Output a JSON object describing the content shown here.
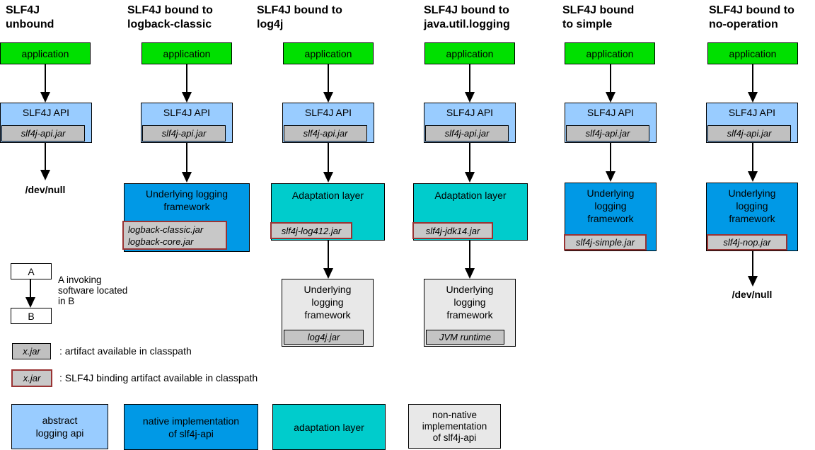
{
  "colors": {
    "application_green": "#00e000",
    "api_light_blue": "#99ccff",
    "native_blue": "#0099e6",
    "adaptation_teal": "#00cccc",
    "non_native_gray": "#e8e8e8",
    "jar_gray": "#c0c0c0",
    "jar_dark_gray": "#c4c4c4",
    "binding_jar_gray": "#c8c8c8",
    "binding_border_red": "#993333"
  },
  "columns": [
    {
      "title": "SLF4J\nunbound",
      "application": "application",
      "api_label": "SLF4J API",
      "api_jar": "slf4j-api.jar",
      "output": "/dev/null"
    },
    {
      "title": "SLF4J bound to\nlogback-classic",
      "application": "application",
      "api_label": "SLF4J API",
      "api_jar": "slf4j-api.jar",
      "framework_label": "Underlying logging\nframework",
      "framework_jar": "logback-classic.jar\nlogback-core.jar"
    },
    {
      "title": "SLF4J bound to\nlog4j",
      "application": "application",
      "api_label": "SLF4J API",
      "api_jar": "slf4j-api.jar",
      "adapter_label": "Adaptation layer",
      "adapter_jar": "slf4j-log412.jar",
      "framework_label": "Underlying\nlogging\nframework",
      "framework_jar": "log4j.jar"
    },
    {
      "title": "SLF4J bound to\njava.util.logging",
      "application": "application",
      "api_label": "SLF4J API",
      "api_jar": "slf4j-api.jar",
      "adapter_label": "Adaptation layer",
      "adapter_jar": "slf4j-jdk14.jar",
      "framework_label": "Underlying\nlogging\nframework",
      "framework_jar": "JVM runtime"
    },
    {
      "title": "SLF4J bound\nto simple",
      "application": "application",
      "api_label": "SLF4J API",
      "api_jar": "slf4j-api.jar",
      "framework_label": "Underlying\nlogging\nframework",
      "framework_jar": "slf4j-simple.jar"
    },
    {
      "title": "SLF4J bound to\nno-operation",
      "application": "application",
      "api_label": "SLF4J API",
      "api_jar": "slf4j-api.jar",
      "framework_label": "Underlying\nlogging\nframework",
      "framework_jar": "slf4j-nop.jar",
      "output": "/dev/null"
    }
  ],
  "legend": {
    "invoke": {
      "a": "A",
      "b": "B",
      "text": "A invoking\nsoftware located\nin B"
    },
    "artifact": {
      "box": "x.jar",
      "text": ": artifact available in classpath"
    },
    "binding": {
      "box": "x.jar",
      "text": ": SLF4J binding artifact available in classpath"
    },
    "color_boxes": [
      {
        "label": "abstract\nlogging api"
      },
      {
        "label": "native implementation\nof slf4j-api"
      },
      {
        "label": "adaptation layer"
      },
      {
        "label": "non-native\nimplementation\nof slf4j-api"
      }
    ]
  }
}
